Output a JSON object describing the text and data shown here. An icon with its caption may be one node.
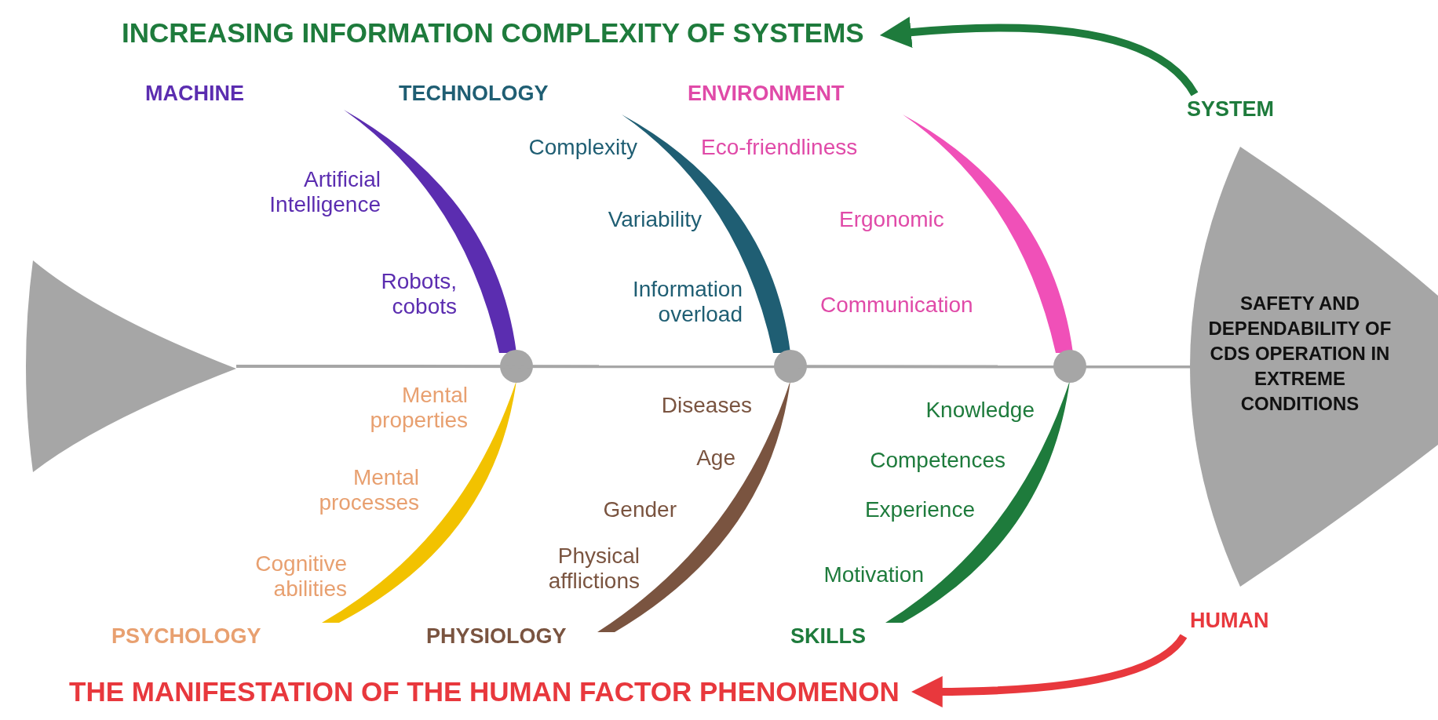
{
  "diagram": {
    "nodes": [
      {
        "text": [
          "INCREASING INFORMATION COMPLEXITY OF SYSTEMS"
        ]
      },
      {
        "text": [
          "SYSTEM"
        ]
      },
      {
        "text": [],
        "shape": "triangle"
      },
      {
        "text": [
          "SAFETY AND DEPENDABILITY OF CDS OPERATION IN EXTREME CONDITIONS"
        ]
      },
      {
        "text": [
          "HUMAN"
        ]
      },
      {
        "text": [
          "THE MANIFESTATION OF THE HUMAN FACTOR PHENOMENON"
        ]
      }
    ],
    "edges": [
      {
        "from": 1,
        "to": 0,
        "arrow": "to",
        "color": "#1e7b3c"
      },
      {
        "from": 2,
        "to": 3,
        "arrow": "none",
        "color": "#a6a6a6"
      },
      {
        "from": 4,
        "to": 5,
        "arrow": "to",
        "color": "#e8383d"
      }
    ],
    "labels": [
      "MACHINE",
      "TECHNOLOGY",
      "ENVIRONMENT",
      "Complexity",
      "Eco-friendliness",
      "Artificial Intelligence",
      "Variability",
      "Ergonomic",
      "Robots, cobots",
      "Information overload",
      "Communication",
      "Mental properties",
      "Diseases",
      "Knowledge",
      "Age",
      "Competences",
      "Mental processes",
      "Gender",
      "Experience",
      "Cognitive abilities",
      "Physical afflictions",
      "Motivation",
      "PSYCHOLOGY",
      "PHYSIOLOGY",
      "SKILLS"
    ]
  }
}
